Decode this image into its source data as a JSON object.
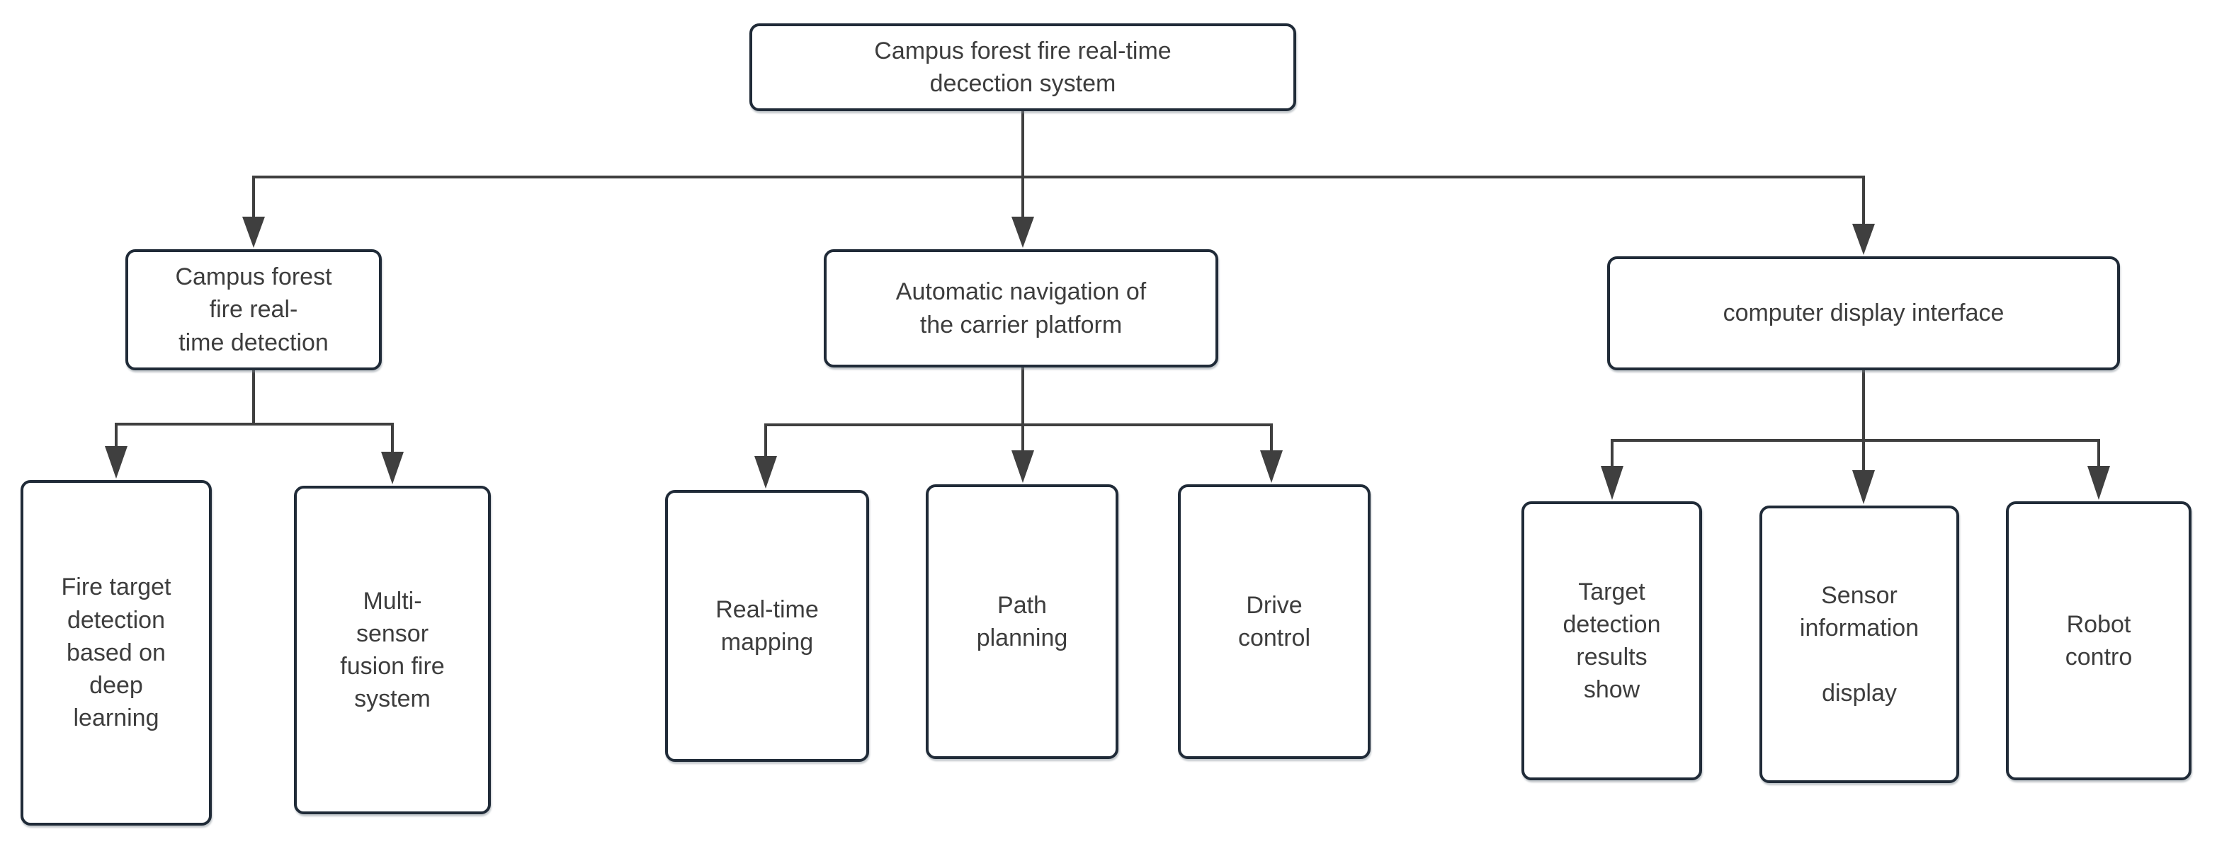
{
  "diagram_type": "hierarchy-flowchart",
  "colors": {
    "background": "#ffffff",
    "border": "#202b38",
    "line": "#3f3f3f",
    "text": "#3d3d3d"
  },
  "nodes": {
    "root": {
      "label": "Campus forest fire real-time\ndecection system"
    },
    "detection": {
      "label": "Campus forest\nfire real-\ntime detection"
    },
    "navigation": {
      "label": "Automatic navigation of\nthe carrier platform"
    },
    "display": {
      "label": "computer display interface"
    },
    "fire_target": {
      "label": "Fire target\ndetection\nbased on\ndeep\nlearning"
    },
    "multi_sensor": {
      "label": "Multi-\nsensor\nfusion fire\nsystem"
    },
    "realtime_mapping": {
      "label": "Real-time\nmapping"
    },
    "path_planning": {
      "label": "Path\nplanning"
    },
    "drive_control": {
      "label": "Drive\ncontrol"
    },
    "target_results": {
      "label": "Target\ndetection\nresults\nshow"
    },
    "sensor_info": {
      "label": "Sensor\ninformation\n\ndisplay"
    },
    "robot_control": {
      "label": "Robot\ncontro"
    }
  },
  "hierarchy": {
    "root": [
      "detection",
      "navigation",
      "display"
    ],
    "detection": [
      "fire_target",
      "multi_sensor"
    ],
    "navigation": [
      "realtime_mapping",
      "path_planning",
      "drive_control"
    ],
    "display": [
      "target_results",
      "sensor_info",
      "robot_control"
    ]
  }
}
